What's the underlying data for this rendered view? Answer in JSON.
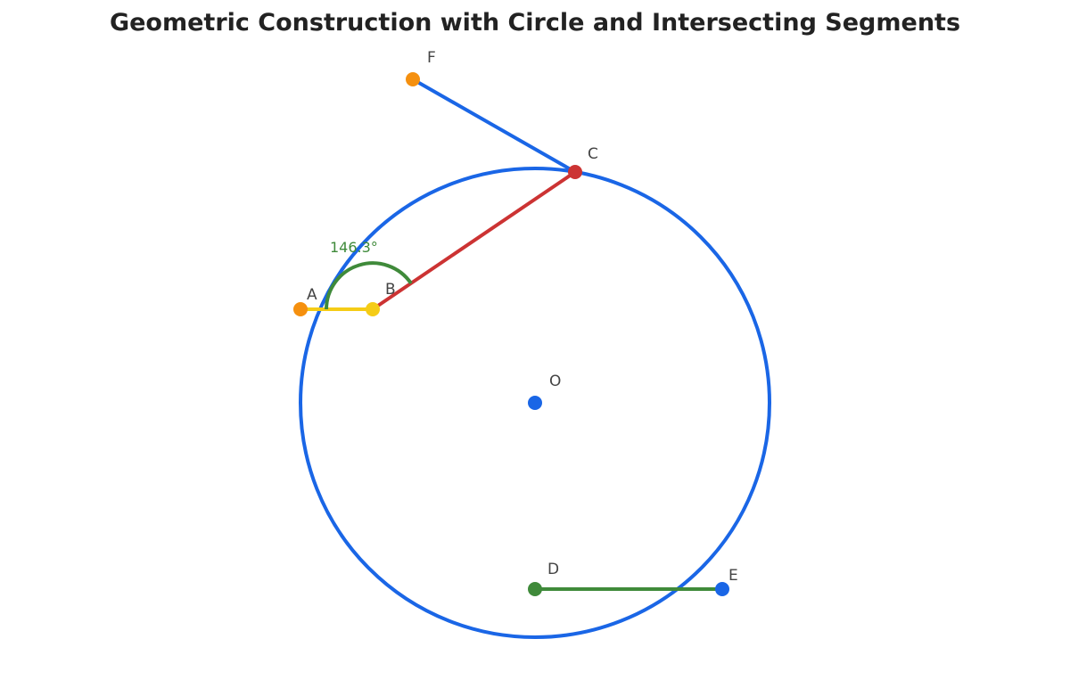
{
  "title": "Geometric Construction with Circle and Intersecting Segments",
  "colors": {
    "circle": "#1a66e6",
    "segment_AB": "#f5cc16",
    "segment_BC": "#cc3333",
    "segment_CF": "#1a66e6",
    "segment_DE": "#3f8a3a",
    "angle_arc": "#3f8a3a",
    "point_orange": "#f5900f",
    "point_yellow": "#f5cc16",
    "point_red": "#cc3333",
    "point_blue": "#1a66e6",
    "point_green": "#3f8a3a"
  },
  "points": {
    "A": {
      "label": "A"
    },
    "B": {
      "label": "B"
    },
    "C": {
      "label": "C"
    },
    "D": {
      "label": "D"
    },
    "E": {
      "label": "E"
    },
    "F": {
      "label": "F"
    },
    "O": {
      "label": "O"
    }
  },
  "angle_ABC": {
    "text": "146.3°",
    "value": 146.3
  }
}
